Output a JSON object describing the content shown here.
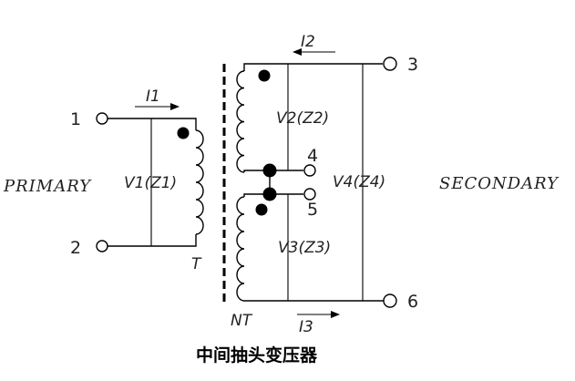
{
  "caption": "中间抽头变压器",
  "side_labels": {
    "primary": "PRIMARY",
    "secondary": "SECONDARY"
  },
  "terminals": {
    "t1": "1",
    "t2": "2",
    "t3": "3",
    "t4": "4",
    "t5": "5",
    "t6": "6"
  },
  "voltages": {
    "v1": "V1(Z1)",
    "v2": "V2(Z2)",
    "v3": "V3(Z3)",
    "v4": "V4(Z4)"
  },
  "currents": {
    "i1": "I1",
    "i2": "I2",
    "i3": "I3"
  },
  "components": {
    "t": "T",
    "nt": "NT"
  }
}
